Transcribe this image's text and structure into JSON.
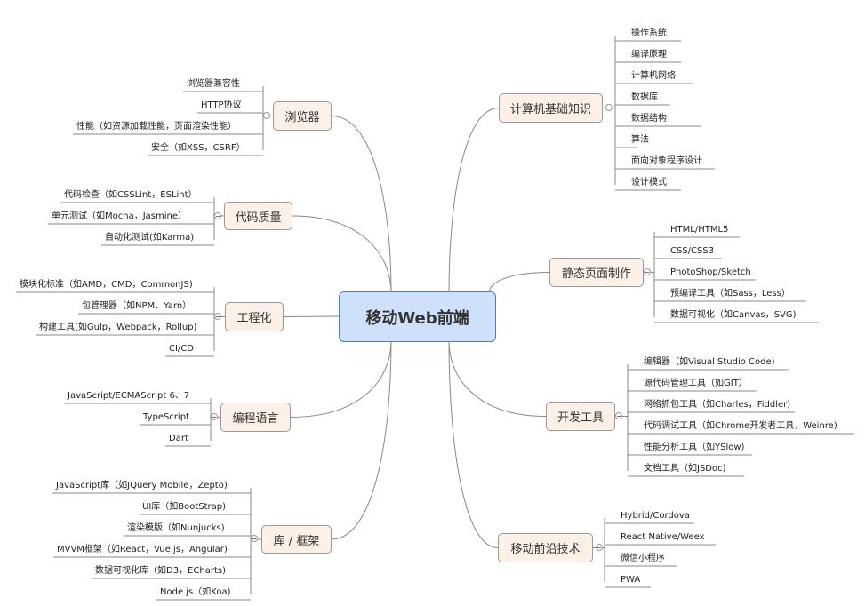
{
  "root": "移动Web前端",
  "branches": [
    {
      "key": "browser",
      "label": "浏览器",
      "leaves": [
        "浏览器兼容性",
        "HTTP协议",
        "性能（如资源加载性能，页面渲染性能）",
        "安全（如XSS，CSRF）"
      ]
    },
    {
      "key": "codequality",
      "label": "代码质量",
      "leaves": [
        "代码检查（如CSSLint，ESLint）",
        "单元测试（如Mocha，Jasmine）",
        "自动化测试(如Karma)"
      ]
    },
    {
      "key": "engineering",
      "label": "工程化",
      "leaves": [
        "模块化标准（如AMD，CMD，CommonJS)",
        "包管理器（如NPM、Yarn）",
        "构建工具(如Gulp，Webpack，Rollup)",
        "CI/CD"
      ]
    },
    {
      "key": "language",
      "label": "编程语言",
      "leaves": [
        "JavaScript/ECMAScript 6、7",
        "TypeScript",
        "Dart"
      ]
    },
    {
      "key": "libs",
      "label": "库 / 框架",
      "leaves": [
        "JavaScript库（如JQuery Mobile，Zepto)",
        "UI库（如BootStrap)",
        "渲染模版（如Nunjucks)",
        "MVVM框架（如React，Vue.js，Angular)",
        "数据可视化库（如D3，ECharts)",
        "Node.js（如Koa)"
      ]
    },
    {
      "key": "cs",
      "label": "计算机基础知识",
      "leaves": [
        "操作系统",
        "编译原理",
        "计算机网络",
        "数据库",
        "数据结构",
        "算法",
        "面向对象程序设计",
        "设计模式"
      ]
    },
    {
      "key": "static",
      "label": "静态页面制作",
      "leaves": [
        "HTML/HTML5",
        "CSS/CSS3",
        "PhotoShop/Sketch",
        "预编译工具（如Sass，Less）",
        "数据可视化（如Canvas，SVG)"
      ]
    },
    {
      "key": "devtools",
      "label": "开发工具",
      "leaves": [
        "编辑器（如Visual Studio Code)",
        "源代码管理工具（如GIT）",
        "网络抓包工具（如Charles，Fiddler)",
        "代码调试工具（如Chrome开发者工具，Weinre)",
        "性能分析工具（如YSlow)",
        "文档工具（如JSDoc)"
      ]
    },
    {
      "key": "frontier",
      "label": "移动前沿技术",
      "leaves": [
        "Hybrid/Cordova",
        "React Native/Weex",
        "微信小程序",
        "PWA"
      ]
    }
  ],
  "colors": {
    "root_fill": "#cfe0fb",
    "root_border": "#4d7bc4",
    "branch_fill": "#fdf0e6",
    "line": "#888888"
  }
}
